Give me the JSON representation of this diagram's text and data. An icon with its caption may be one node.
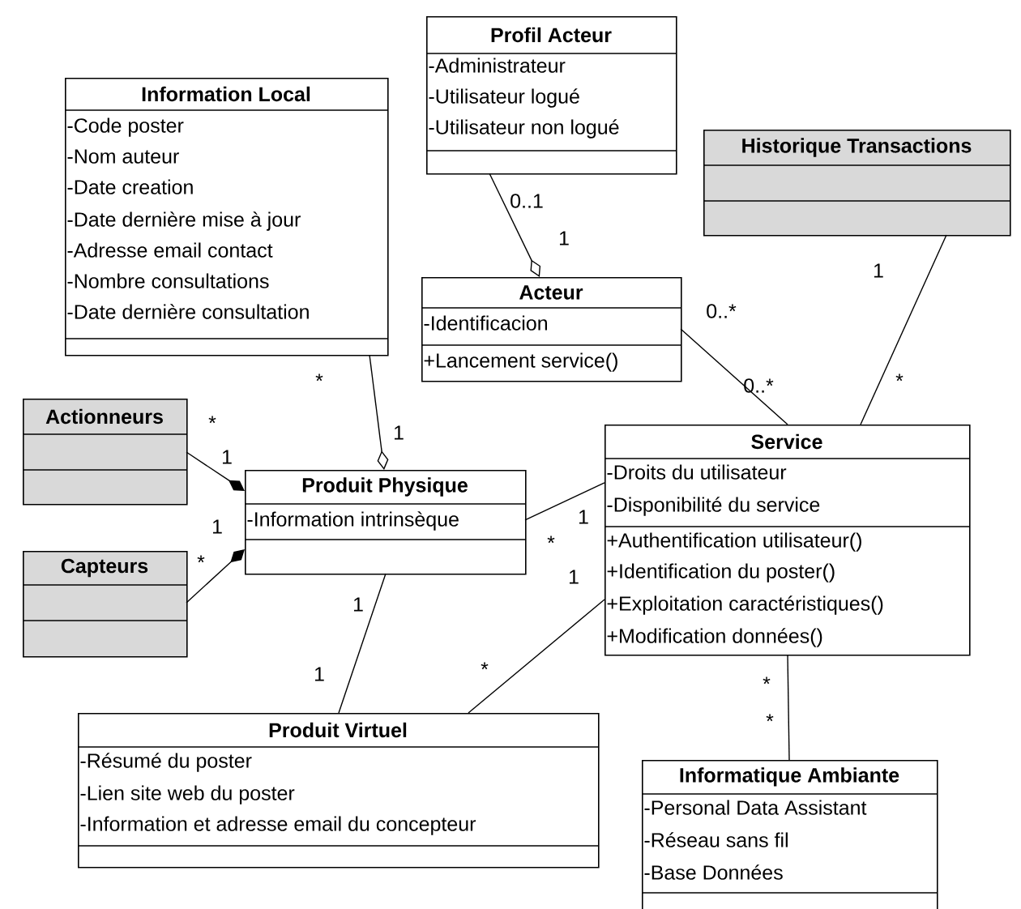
{
  "diagram": {
    "nodes": [
      {
        "text": [
          "Profil Acteur",
          "-Administrateur",
          "-Utilisateur logué",
          "-Utilisateur non logué"
        ]
      },
      {
        "text": [
          "Information Local",
          "-Code poster",
          "-Nom auteur",
          "-Date creation",
          "-Date dernière mise à jour",
          "-Adresse email contact",
          "-Nombre consultations",
          "-Date dernière consultation"
        ]
      },
      {
        "text": [
          "Historique Transactions"
        ]
      },
      {
        "text": [
          "Acteur",
          "-Identificacion",
          "+Lancement service()"
        ]
      },
      {
        "text": [
          "Actionneurs"
        ]
      },
      {
        "text": [
          "Produit Physique",
          "-Information intrinsèque"
        ]
      },
      {
        "text": [
          "Service",
          "-Droits du utilisateur",
          "-Disponibilité du service",
          "+Authentification utilisateur()",
          "+Identification du poster()",
          "+Exploitation caractéristiques()",
          "+Modification données()"
        ]
      },
      {
        "text": [
          "Capteurs"
        ]
      },
      {
        "text": [
          "Produit Virtuel",
          "-Résumé du poster",
          "-Lien site web du poster",
          "-Information et adresse email du concepteur"
        ]
      },
      {
        "text": [
          "Informatique Ambiante",
          "-Personal Data Assistant",
          "-Réseau sans fil",
          "-Base Données"
        ]
      }
    ],
    "edges": [
      {
        "from": 0,
        "to": 3,
        "arrow": "other"
      },
      {
        "from": 1,
        "to": 5,
        "arrow": "other"
      },
      {
        "from": 3,
        "to": 6,
        "arrow": "none"
      },
      {
        "from": 2,
        "to": 6,
        "arrow": "none"
      },
      {
        "from": 4,
        "to": 5,
        "arrow": "other"
      },
      {
        "from": 7,
        "to": 5,
        "arrow": "other"
      },
      {
        "from": 5,
        "to": 6,
        "arrow": "none"
      },
      {
        "from": 5,
        "to": 8,
        "arrow": "none"
      },
      {
        "from": 6,
        "to": 8,
        "arrow": "none"
      },
      {
        "from": 6,
        "to": 9,
        "arrow": "none"
      }
    ],
    "labels": [
      "0..1",
      "1",
      "1",
      "0..*",
      "*",
      "*",
      "0..*",
      "*",
      "1",
      "1",
      "1",
      "1",
      "*",
      "*",
      "1",
      "1",
      "*",
      "1",
      "*",
      "*"
    ]
  }
}
